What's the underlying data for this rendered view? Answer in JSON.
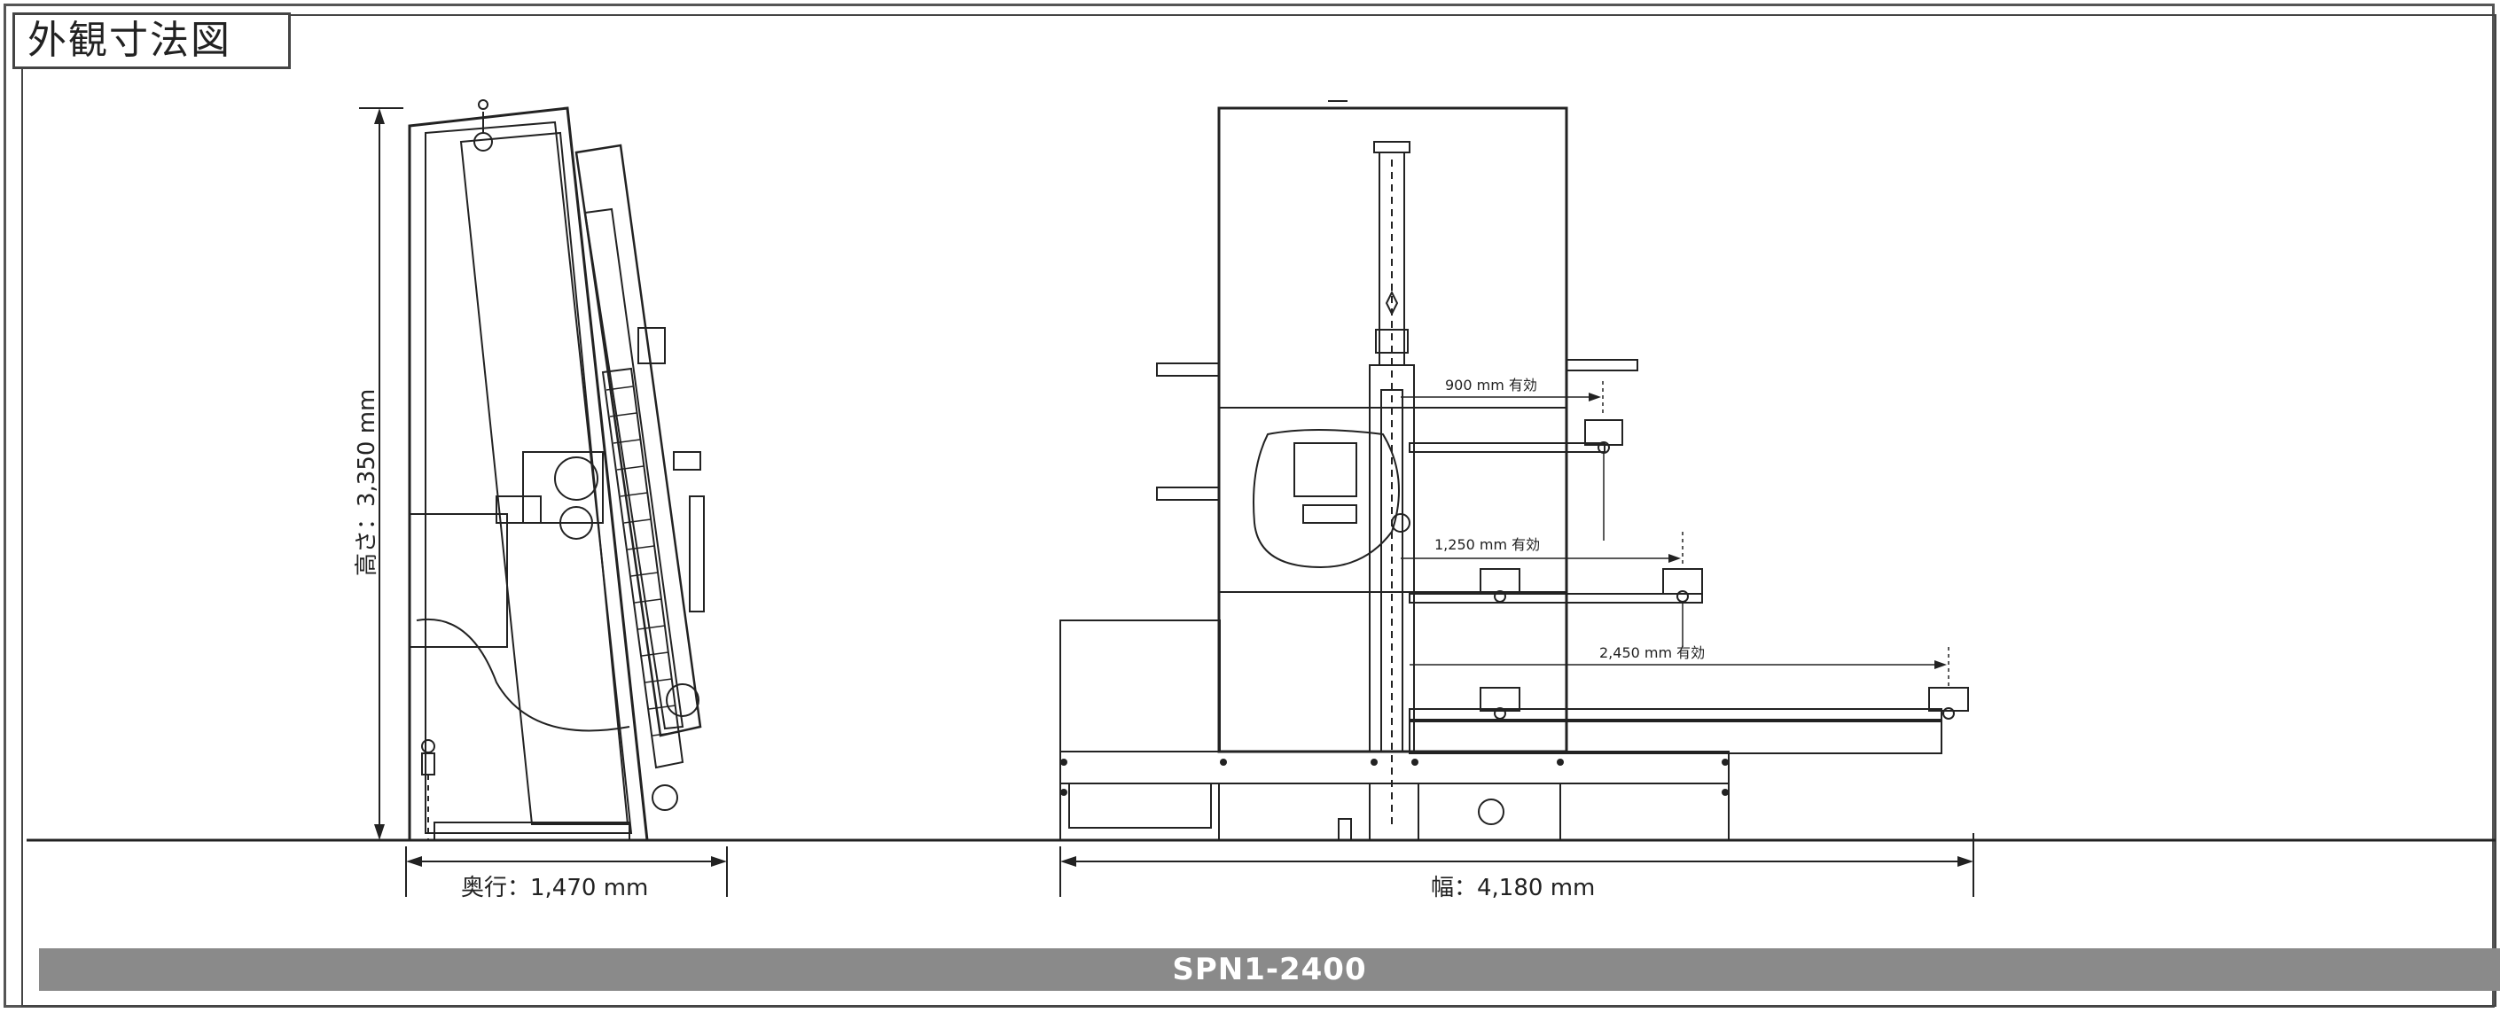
{
  "title": "外観寸法図",
  "model": "SPN1-2400",
  "dimensions": {
    "height": "高さ：3,350 mm",
    "depth": "奥行：1,470 mm",
    "width": "幅：4,180 mm"
  },
  "effective_lengths": {
    "e900": "900 mm 有効",
    "e1250": "1,250 mm 有効",
    "e2450": "2,450 mm 有効"
  },
  "colors": {
    "line": "#222222",
    "frame": "#555555",
    "bar": "#8a8a8a"
  }
}
